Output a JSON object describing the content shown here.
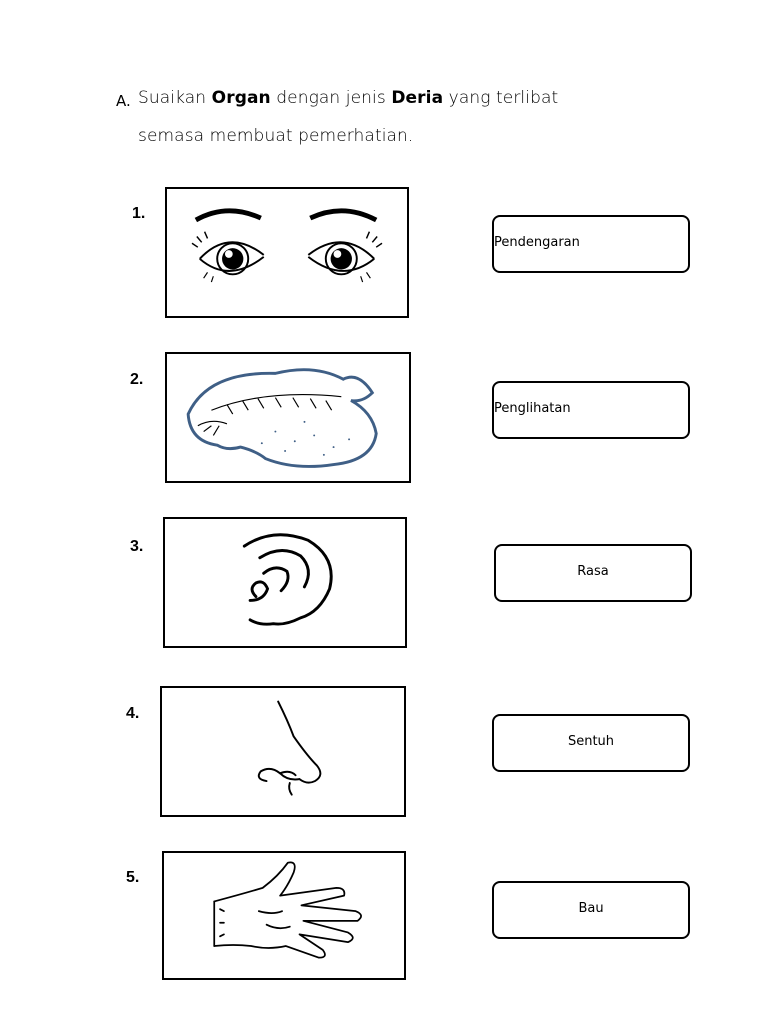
{
  "question": {
    "letter": "A.",
    "line1_a": "Suaikan ",
    "line1_b": "Organ",
    "line1_c": " dengan jenis ",
    "line1_d": "Deria",
    "line1_e": " yang terlibat",
    "line2": "semasa membuat pemerhatian."
  },
  "items": [
    {
      "number": "1.",
      "icon": "eyes-icon"
    },
    {
      "number": "2.",
      "icon": "tongue-icon"
    },
    {
      "number": "3.",
      "icon": "ear-icon"
    },
    {
      "number": "4.",
      "icon": "nose-icon"
    },
    {
      "number": "5.",
      "icon": "hand-icon"
    }
  ],
  "answers": [
    "Pendengaran",
    "Penglihatan",
    "Rasa",
    "Sentuh",
    "Bau"
  ],
  "colors": {
    "text": "#000000",
    "tongue_outline": "#3f5f86"
  }
}
